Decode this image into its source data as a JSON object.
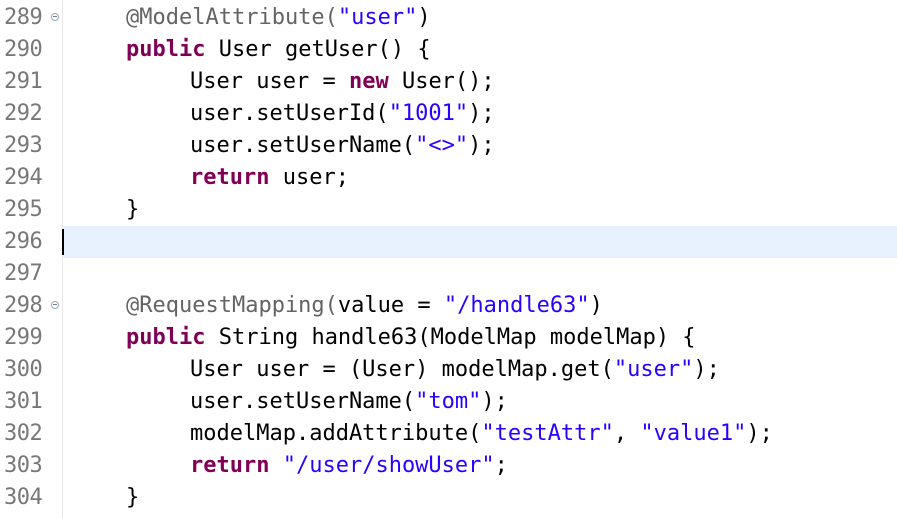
{
  "editor": {
    "lines": [
      {
        "number": "289",
        "fold": true,
        "tokens": [
          {
            "t": "@ModelAttribute(",
            "c": "ann"
          },
          {
            "t": "\"user\"",
            "c": "str"
          },
          {
            "t": ")",
            "c": ""
          }
        ]
      },
      {
        "number": "290",
        "tokens": [
          {
            "t": "public",
            "c": "kw"
          },
          {
            "t": " User getUser() {",
            "c": ""
          }
        ]
      },
      {
        "number": "291",
        "tokens": [
          {
            "t": "User user = ",
            "c": ""
          },
          {
            "t": "new",
            "c": "kw"
          },
          {
            "t": " User();",
            "c": ""
          }
        ]
      },
      {
        "number": "292",
        "tokens": [
          {
            "t": "user.setUserId(",
            "c": ""
          },
          {
            "t": "\"1001\"",
            "c": "str"
          },
          {
            "t": ");",
            "c": ""
          }
        ]
      },
      {
        "number": "293",
        "tokens": [
          {
            "t": "user.setUserName(",
            "c": ""
          },
          {
            "t": "\"<>\"",
            "c": "str"
          },
          {
            "t": ");",
            "c": ""
          }
        ]
      },
      {
        "number": "294",
        "tokens": [
          {
            "t": "return",
            "c": "kw"
          },
          {
            "t": " user;",
            "c": ""
          }
        ]
      },
      {
        "number": "295",
        "tokens": [
          {
            "t": "}",
            "c": ""
          }
        ]
      },
      {
        "number": "296",
        "current": true,
        "tokens": []
      },
      {
        "number": "297",
        "tokens": []
      },
      {
        "number": "298",
        "fold": true,
        "tokens": [
          {
            "t": "@RequestMapping(",
            "c": "ann"
          },
          {
            "t": "value = ",
            "c": ""
          },
          {
            "t": "\"/handle63\"",
            "c": "str"
          },
          {
            "t": ")",
            "c": ""
          }
        ]
      },
      {
        "number": "299",
        "tokens": [
          {
            "t": "public",
            "c": "kw"
          },
          {
            "t": " String handle63(ModelMap modelMap) {",
            "c": ""
          }
        ]
      },
      {
        "number": "300",
        "tokens": [
          {
            "t": "User user = (User) modelMap.get(",
            "c": ""
          },
          {
            "t": "\"user\"",
            "c": "str"
          },
          {
            "t": ");",
            "c": ""
          }
        ]
      },
      {
        "number": "301",
        "tokens": [
          {
            "t": "user.setUserName(",
            "c": ""
          },
          {
            "t": "\"tom\"",
            "c": "str"
          },
          {
            "t": ");",
            "c": ""
          }
        ]
      },
      {
        "number": "302",
        "tokens": [
          {
            "t": "modelMap.addAttribute(",
            "c": ""
          },
          {
            "t": "\"testAttr\"",
            "c": "str"
          },
          {
            "t": ", ",
            "c": ""
          },
          {
            "t": "\"value1\"",
            "c": "str"
          },
          {
            "t": ");",
            "c": ""
          }
        ]
      },
      {
        "number": "303",
        "tokens": [
          {
            "t": "return",
            "c": "kw"
          },
          {
            "t": " ",
            "c": ""
          },
          {
            "t": "\"/user/showUser\"",
            "c": "str"
          },
          {
            "t": ";",
            "c": ""
          }
        ]
      },
      {
        "number": "304",
        "tokens": [
          {
            "t": "}",
            "c": ""
          }
        ]
      }
    ]
  },
  "colors": {
    "keyword": "#7f0055",
    "string": "#2a00ff",
    "annotation": "#646464",
    "line_number": "#787878",
    "current_line": "#e8f2fe"
  }
}
